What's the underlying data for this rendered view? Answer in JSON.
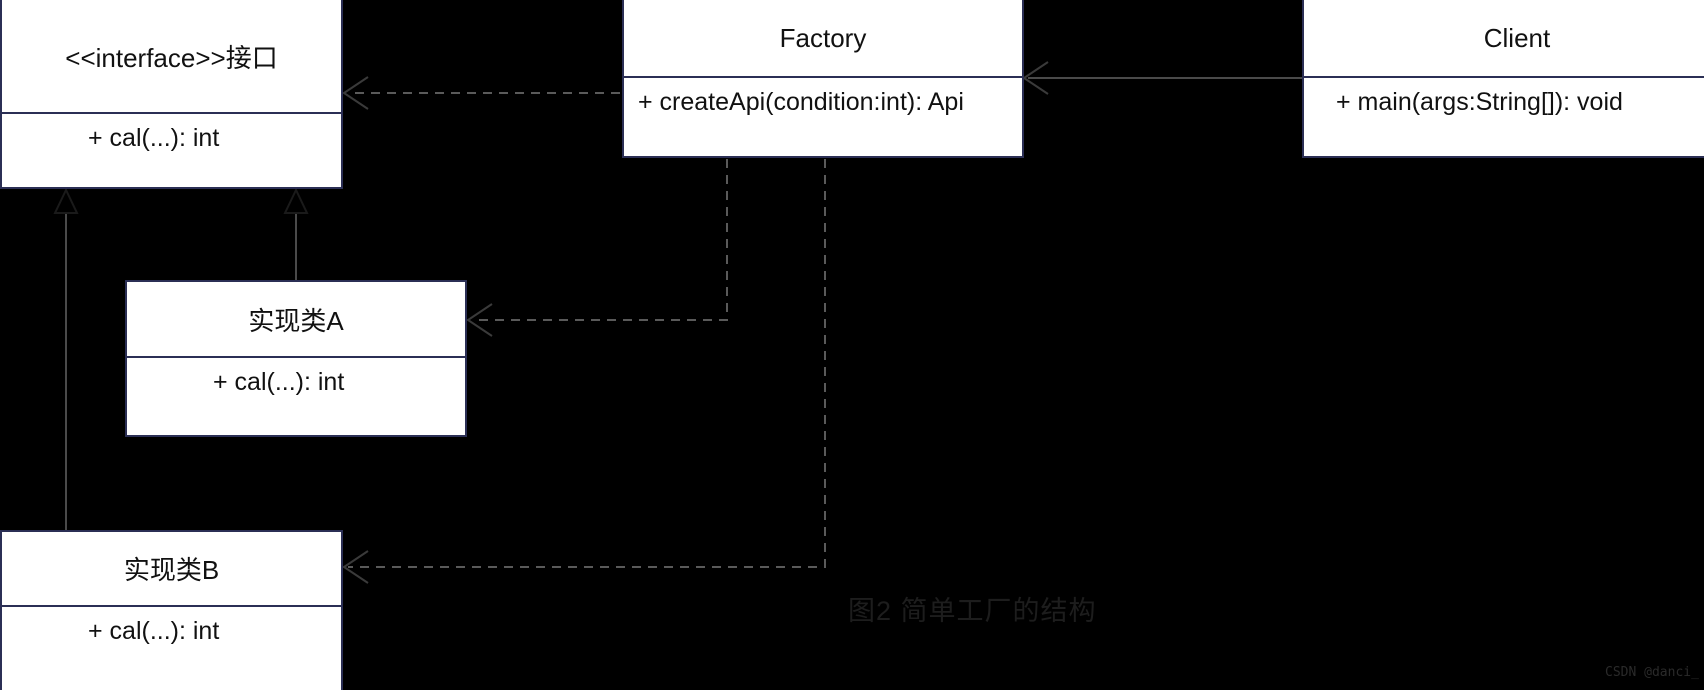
{
  "diagram": {
    "title_caption": "图2 简单工厂的结构",
    "watermark": "CSDN @danci_",
    "background_color": "#000000",
    "box_fill_color": "#ffffff",
    "box_border_color": "#2b2f55",
    "connector_color": "#4a4a4a",
    "text_color": "#111111"
  },
  "classes": {
    "interface": {
      "name": "<<interface>>接口",
      "members": [
        "+     cal(...): int"
      ],
      "member_0": "+     cal(...): int"
    },
    "factory": {
      "name": "Factory",
      "member_0": "+ createApi(condition:int): Api"
    },
    "client": {
      "name": "Client",
      "member_0": "+ main(args:String[]): void"
    },
    "impl_a": {
      "name": "实现类A",
      "member_0": "+     cal(...): int"
    },
    "impl_b": {
      "name": "实现类B",
      "member_0": "+     cal(...): int"
    }
  },
  "relations": [
    {
      "kind": "realization",
      "from": "实现类B",
      "to": "<<interface>>接口",
      "style": "solid-line-hollow-triangle"
    },
    {
      "kind": "realization",
      "from": "实现类A",
      "to": "<<interface>>接口",
      "style": "solid-line-hollow-triangle"
    },
    {
      "kind": "dependency",
      "from": "Factory",
      "to": "<<interface>>接口",
      "style": "dashed-open-arrow"
    },
    {
      "kind": "dependency",
      "from": "Factory",
      "to": "实现类A",
      "style": "dashed-open-arrow"
    },
    {
      "kind": "dependency",
      "from": "Factory",
      "to": "实现类B",
      "style": "dashed-open-arrow"
    },
    {
      "kind": "dependency",
      "from": "Client",
      "to": "Factory",
      "style": "solid-open-arrow"
    }
  ]
}
